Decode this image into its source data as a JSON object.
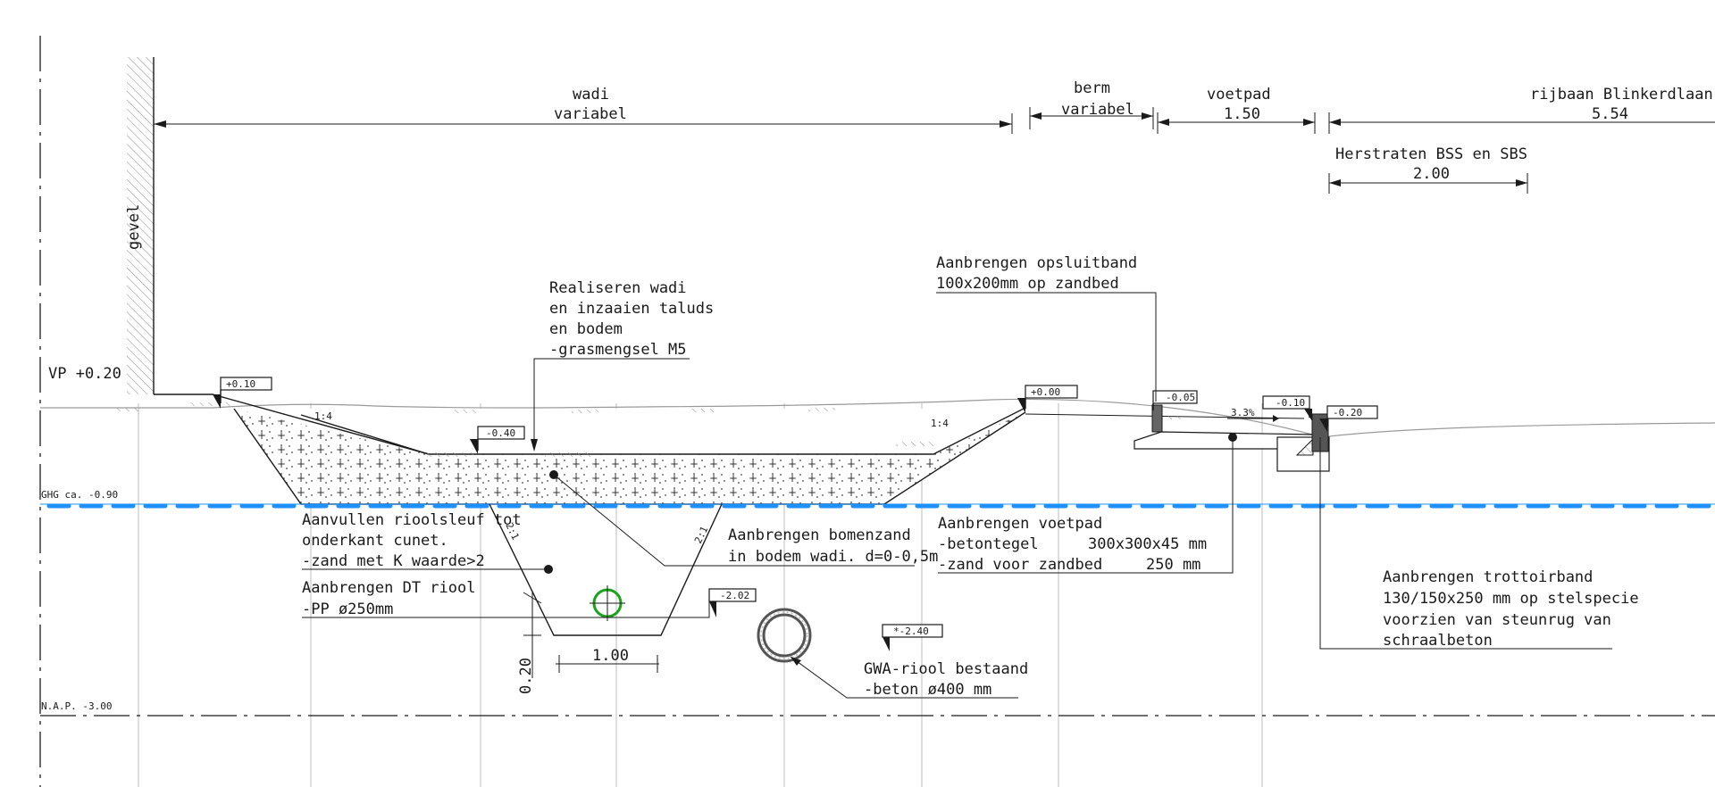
{
  "dimensions": {
    "wadi_title": "wadi",
    "wadi_width": "variabel",
    "berm_title": "berm",
    "berm_width": "variabel",
    "voetpad_title": "voetpad",
    "voetpad_width": "1.50",
    "rijbaan_title": "rijbaan Blinkerdlaan",
    "rijbaan_width": "5.54",
    "herstraten_title": "Herstraten BSS en SBS",
    "herstraten_width": "2.00",
    "pipe_trench_width": "1.00",
    "pipe_bedding": "0.20"
  },
  "labels": {
    "gevel": "gevel",
    "vp": "VP +0.20",
    "ghg": "GHG ca. -0.90",
    "nap": "N.A.P. -3.00",
    "slope_left": "1:4",
    "slope_right": "1:4",
    "trench_left": "2:1",
    "trench_right": "2:1",
    "pavement_slope": "3.3%"
  },
  "levels": {
    "wadi_top": "+0.10",
    "wadi_bottom": "-0.40",
    "berm": "+0.00",
    "opsluitband": "-0.05",
    "trottoir": "-0.10",
    "rijbaan": "-0.20",
    "dt_riool": "-2.02",
    "gwa_riool": "*-2.40"
  },
  "notes": {
    "wadi": [
      "Realiseren wadi",
      "en inzaaien taluds",
      "en bodem",
      "-grasmengsel M5"
    ],
    "opsluitband": [
      "Aanbrengen opsluitband",
      "100x200mm op zandbed"
    ],
    "sleuf": [
      "Aanvullen rioolsleuf tot",
      "onderkant cunet.",
      "-zand met K waarde>2"
    ],
    "dt_riool": [
      "Aanbrengen DT riool",
      "-PP ø250mm"
    ],
    "bomenzand": [
      "Aanbrengen bomenzand",
      "in bodem wadi. d=0-0,5m"
    ],
    "voetpad": [
      "Aanbrengen voetpad",
      "-betontegel",
      "300x300x45 mm",
      "-zand voor zandbed",
      "250 mm"
    ],
    "gwa": [
      "GWA-riool bestaand",
      "-beton ø400 mm"
    ],
    "trottoir": [
      "Aanbrengen trottoirband",
      "130/150x250 mm op stelspecie",
      "voorzien van steunrug van",
      "schraalbeton"
    ]
  },
  "colors": {
    "line": "#1a1a1a",
    "water": "#1e90ff",
    "dt_pipe": "#1aa31a",
    "grid": "#bdbdbd"
  }
}
